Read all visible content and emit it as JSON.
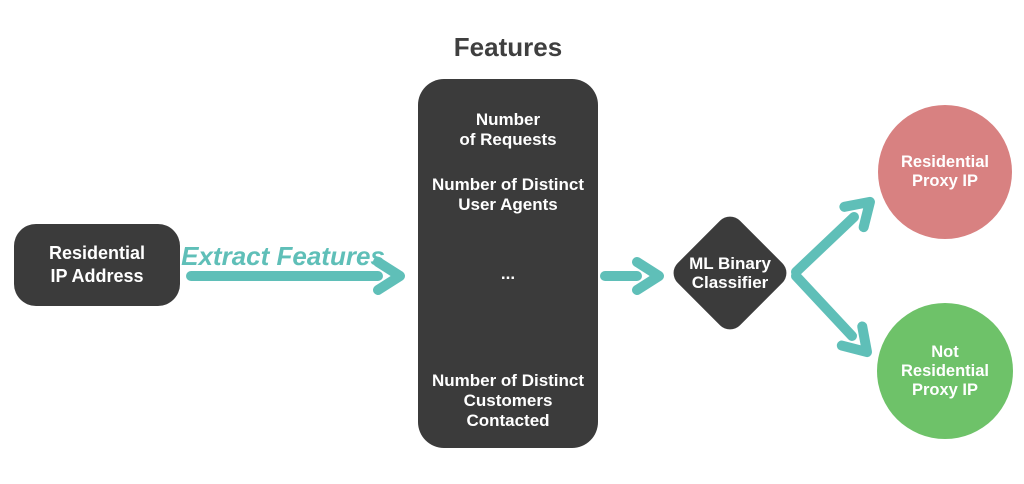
{
  "diagram": {
    "title": "Features",
    "nodes": {
      "input": {
        "label": "Residential\nIP Address"
      },
      "classifier": {
        "label": "ML Binary\nClassifier"
      },
      "output_positive": {
        "label": "Residential\nProxy IP"
      },
      "output_negative": {
        "label": "Not\nResidential\nProxy IP"
      }
    },
    "features": {
      "items": [
        "Number\nof Requests",
        "Number of Distinct\nUser Agents",
        "...",
        "Number of Distinct\nCustomers\nContacted"
      ]
    },
    "edges": {
      "extract_label": "Extract Features"
    },
    "colors": {
      "shape_dark": "#3b3b3b",
      "arrow_teal": "#5fbfb8",
      "positive_pink": "#d88181",
      "negative_green": "#6ec269",
      "title_text": "#3f3f3f",
      "text_on_shapes": "#ffffff",
      "background": "#ffffff"
    }
  }
}
